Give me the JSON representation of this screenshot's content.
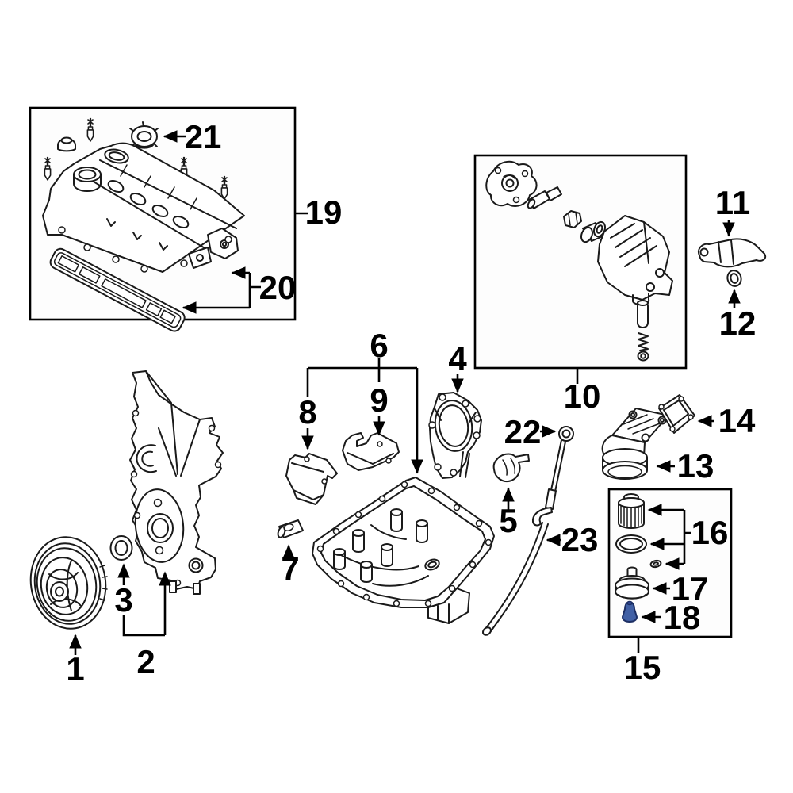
{
  "colors": {
    "background": "#ffffff",
    "line": "#1a1a1a",
    "label": "#000000",
    "box_fill": "#fdfdfd",
    "highlight_fill": "#4160a5"
  },
  "callouts": {
    "c1": {
      "label": "1"
    },
    "c2": {
      "label": "2"
    },
    "c3": {
      "label": "3"
    },
    "c4": {
      "label": "4"
    },
    "c5": {
      "label": "5"
    },
    "c6": {
      "label": "6"
    },
    "c7": {
      "label": "7"
    },
    "c8": {
      "label": "8"
    },
    "c9": {
      "label": "9"
    },
    "c10": {
      "label": "10"
    },
    "c11": {
      "label": "11"
    },
    "c12": {
      "label": "12"
    },
    "c13": {
      "label": "13"
    },
    "c14": {
      "label": "14"
    },
    "c15": {
      "label": "15"
    },
    "c16": {
      "label": "16"
    },
    "c17": {
      "label": "17"
    },
    "c18": {
      "label": "18"
    },
    "c19": {
      "label": "19"
    },
    "c20": {
      "label": "20"
    },
    "c21": {
      "label": "21"
    },
    "c22": {
      "label": "22"
    },
    "c23": {
      "label": "23"
    }
  }
}
